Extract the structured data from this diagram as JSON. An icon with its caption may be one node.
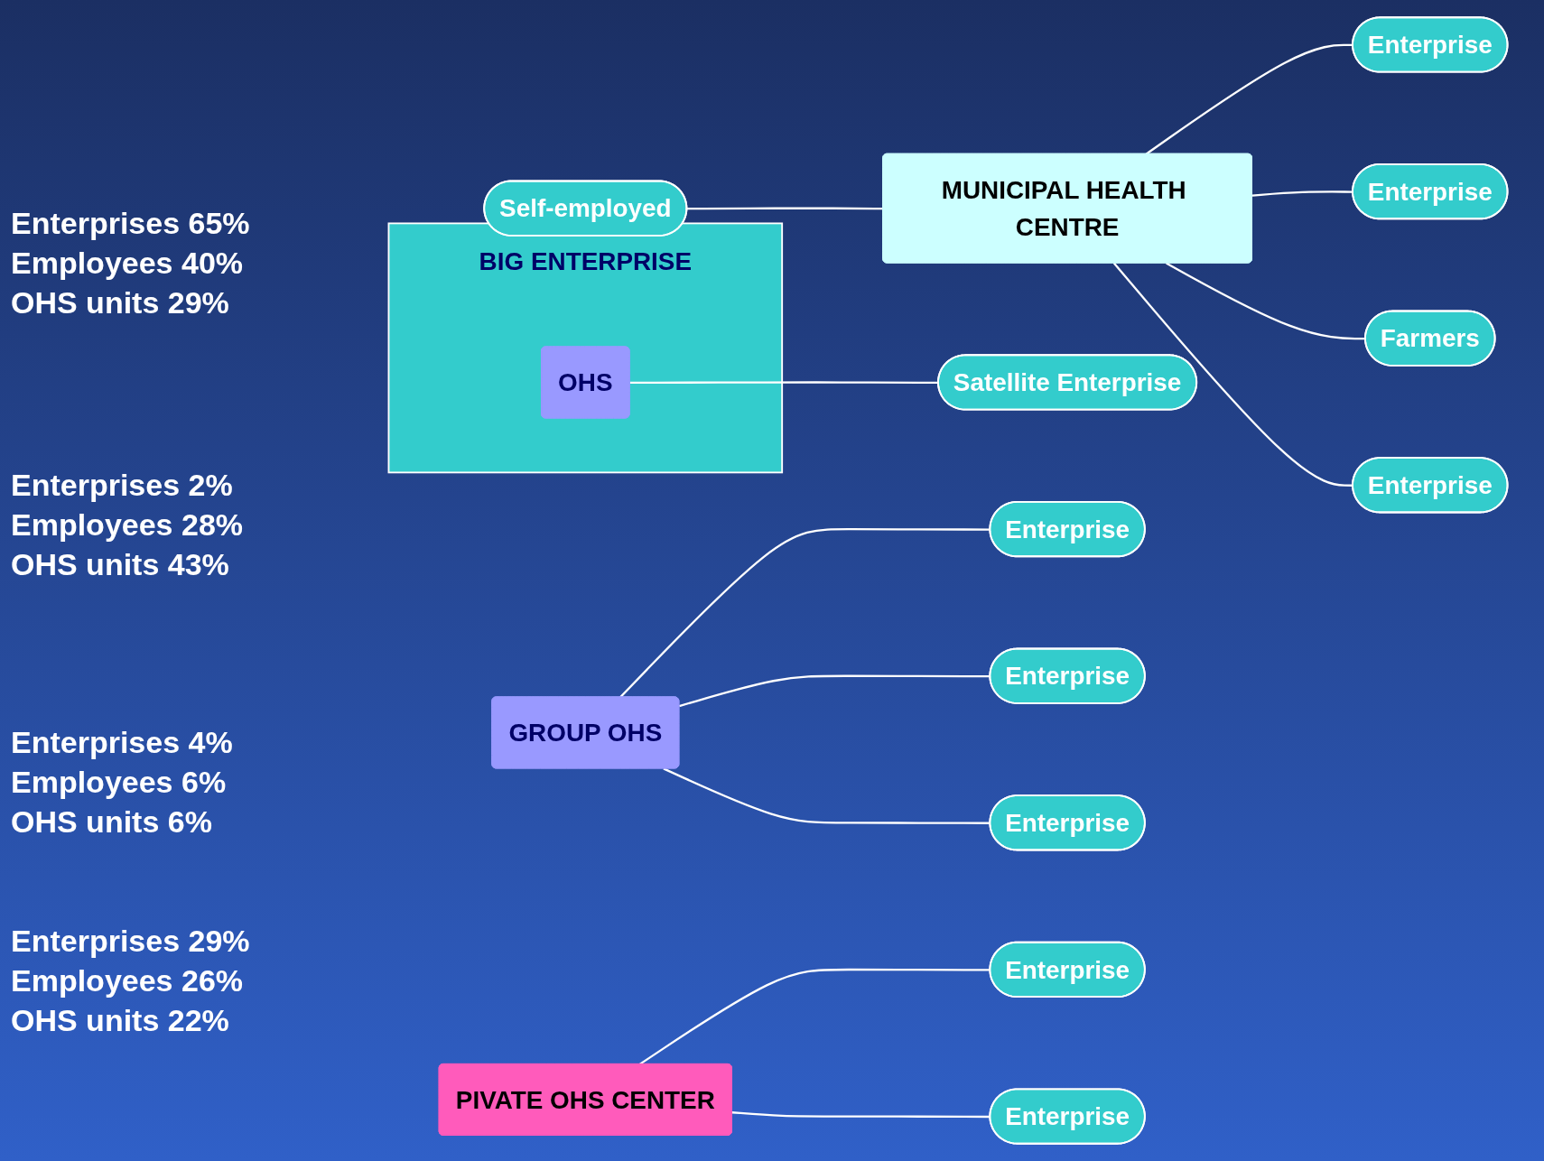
{
  "diagram": {
    "nodes": [
      {
        "text": [
          "Enterprise"
        ]
      },
      {
        "text": [
          "Self-employed"
        ]
      },
      {
        "text": [
          "MUNICIPAL HEALTH CENTRE"
        ]
      },
      {
        "text": [
          "Enterprise"
        ]
      },
      {
        "text": [
          "Farmers"
        ]
      },
      {
        "text": [
          "Enterprise"
        ]
      },
      {
        "text": [
          "BIG ENTERPRISE"
        ]
      },
      {
        "text": [
          "OHS"
        ],
        "in": 6
      },
      {
        "text": [
          "Satellite Enterprise"
        ]
      },
      {
        "text": [
          "Enterprise"
        ]
      },
      {
        "text": [
          "Enterprise"
        ]
      },
      {
        "text": [
          "GROUP OHS"
        ]
      },
      {
        "text": [
          "Enterprise"
        ]
      },
      {
        "text": [
          "PIVATE OHS CENTER"
        ]
      },
      {
        "text": [
          "Enterprise"
        ]
      },
      {
        "text": [
          "Enterprise"
        ]
      }
    ],
    "edges": [
      {
        "from": 1,
        "to": 2,
        "arrow": "none"
      },
      {
        "from": 2,
        "to": 0,
        "arrow": "none"
      },
      {
        "from": 2,
        "to": 3,
        "arrow": "none"
      },
      {
        "from": 2,
        "to": 4,
        "arrow": "none"
      },
      {
        "from": 2,
        "to": 5,
        "arrow": "none"
      },
      {
        "from": 7,
        "to": 8,
        "arrow": "none"
      },
      {
        "from": 11,
        "to": 9,
        "arrow": "none"
      },
      {
        "from": 11,
        "to": 10,
        "arrow": "none"
      },
      {
        "from": 11,
        "to": 12,
        "arrow": "none"
      },
      {
        "from": 13,
        "to": 14,
        "arrow": "none"
      },
      {
        "from": 13,
        "to": 15,
        "arrow": "none"
      }
    ],
    "labels": [
      "Enterprises 65%",
      "Employees 40%",
      "OHS units 29%",
      "Enterprises 2%",
      "Employees 28%",
      "OHS units 43%",
      "Enterprises 4%",
      "Employees 6%",
      "OHS units 6%",
      "Enterprises 29%",
      "Employees 26%",
      "OHS units 22%"
    ]
  }
}
